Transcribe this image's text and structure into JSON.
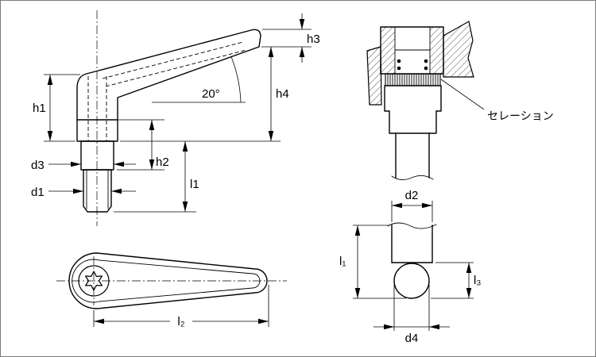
{
  "meta": {
    "background": "#ffffff",
    "line_color": "#000000"
  },
  "views": {
    "side": {
      "labels": {
        "h1": "h1",
        "h2": "h2",
        "h3": "h3",
        "h4": "h4",
        "d1": "d1",
        "d3": "d3",
        "l1": "l1",
        "angle": "20°"
      }
    },
    "section": {
      "callout": "セレーション"
    },
    "top": {
      "labels": {
        "l2": "l₂"
      }
    },
    "detail": {
      "labels": {
        "d2": "d2",
        "l1": "l₁",
        "l3": "l₃",
        "d4": "d4"
      }
    }
  }
}
